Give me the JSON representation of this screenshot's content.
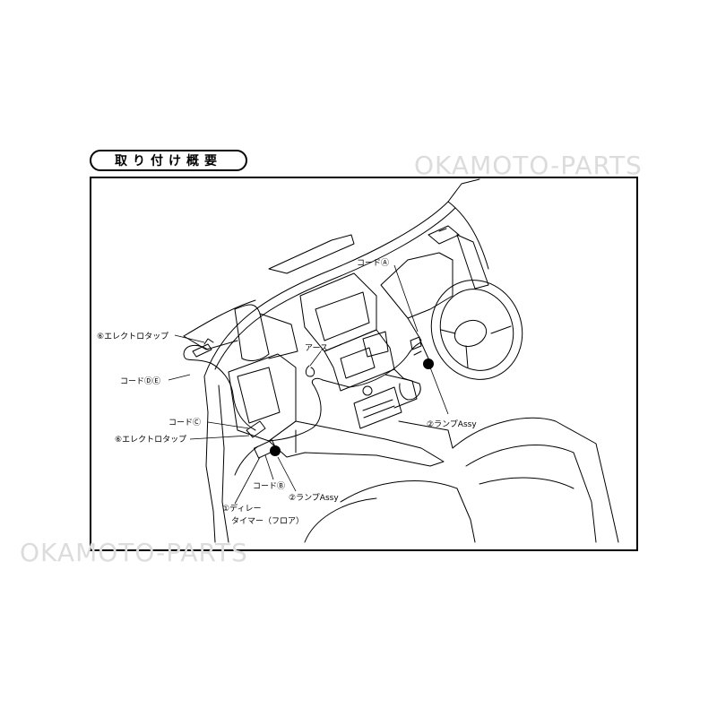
{
  "header": {
    "title": "取り付け概要"
  },
  "watermarks": [
    "OKAMOTO-PARTS",
    "OKAMOTO-PARTS"
  ],
  "labels": {
    "cord_a": "コードⒶ",
    "earth": "アース",
    "elektrotap_top": "⑥エレクトロタップ",
    "cord_de": "コードⒹⒺ",
    "cord_c": "コードⒸ",
    "elektrotap_mid": "⑥エレクトロタップ",
    "cord_b": "コードⒷ",
    "lamp_left": "②ランプAssy",
    "lamp_right": "②ランプAssy",
    "relay_line1": "①ディレー",
    "relay_line2": "タイマー（フロア）"
  }
}
